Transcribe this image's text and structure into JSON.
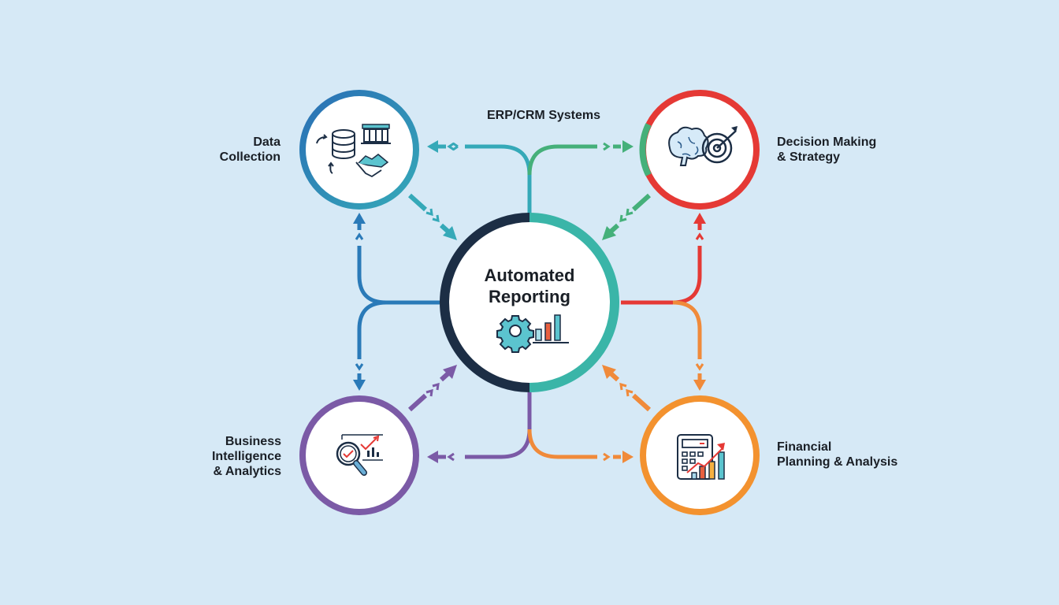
{
  "center": {
    "title_line1": "Automated",
    "title_line2": "Reporting",
    "icon": "gear-chart-icon"
  },
  "connector_label": "ERP/CRM Systems",
  "nodes": [
    {
      "id": "data-collection",
      "lines": [
        "Data",
        "Collection"
      ],
      "icon": "database-bank-handshake-icon",
      "color": "#2a7ab8"
    },
    {
      "id": "decision-making",
      "lines": [
        "Decision Making",
        "& Strategy"
      ],
      "icon": "brain-target-icon",
      "color": "#e53935"
    },
    {
      "id": "business-intelligence",
      "lines": [
        "Business",
        "Intelligence",
        "& Analytics"
      ],
      "icon": "magnifier-chart-icon",
      "color": "#7b5aa6"
    },
    {
      "id": "financial-planning",
      "lines": [
        "Financial",
        "Planning & Analysis"
      ],
      "icon": "calculator-chart-icon",
      "color": "#f3922f"
    }
  ],
  "colors": {
    "background": "#d6e9f6",
    "center_ring_dark": "#1c2e45",
    "center_ring_teal": "#3ab5a8",
    "teal": "#35a9b8",
    "green": "#45b07a",
    "blue": "#2a7ab8",
    "red": "#e53935",
    "orange": "#f08a3a",
    "purple": "#7b5aa6",
    "text": "#1a1f26"
  }
}
